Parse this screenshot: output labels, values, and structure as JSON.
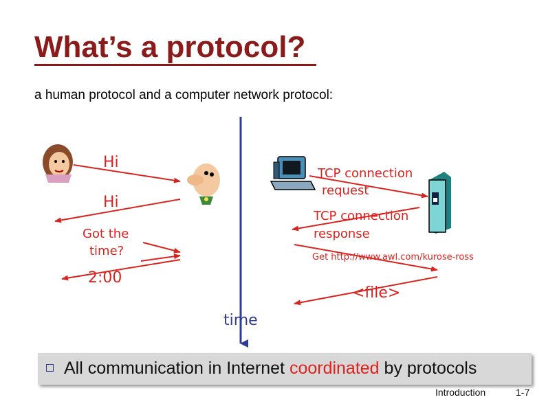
{
  "slide": {
    "title": "What’s a protocol?",
    "subtitle": "a human protocol and a computer network protocol:",
    "footer_section": "Introduction",
    "footer_page": "1-7"
  },
  "human_protocol": {
    "messages": [
      "Hi",
      "Hi",
      "Got the",
      "time?",
      "2:00"
    ]
  },
  "network_protocol": {
    "messages": [
      "TCP connection",
      "request",
      "TCP connection",
      "response",
      "Get http://www.awl.com/kurose-ross",
      "<file>"
    ]
  },
  "timeline": {
    "label": "time"
  },
  "banner": {
    "text_before": "All communication in Internet ",
    "highlight": "coordinated",
    "text_after": " by protocols"
  },
  "colors": {
    "title": "#8b1a1a",
    "arrow": "#d9231f",
    "timeline": "#2d3c9a",
    "banner_bg": "#d8d8d8"
  }
}
